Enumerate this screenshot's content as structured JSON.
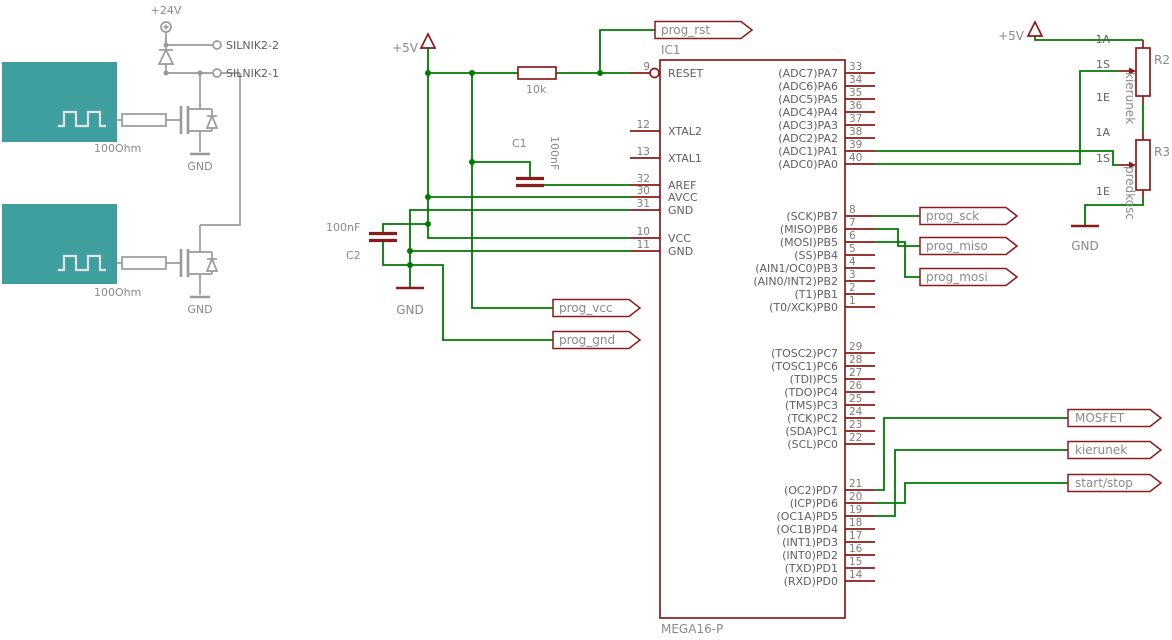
{
  "palette": {
    "wire_green": "#007a00",
    "symbol_maroon": "#8b1a1a",
    "label_gray": "#8a8a8a",
    "highlight_teal": "#3f9f9f"
  },
  "left": {
    "supply_label": "+24V",
    "connector_labels": [
      "SILNIK2-2",
      "SILNIK2-1"
    ],
    "resistor_values": [
      "100Ohm",
      "100Ohm"
    ],
    "gnd_labels": [
      "GND",
      "GND"
    ]
  },
  "power": {
    "v5_labels": [
      "+5V",
      "+5V"
    ],
    "gnd_labels": [
      "GND",
      "GND"
    ]
  },
  "parts": {
    "r1_value": "10k",
    "c1_name": "C1",
    "c1_value": "100nF",
    "c2_name": "C2",
    "c2_value": "100nF",
    "r2_name": "R2",
    "r2_value": "kierunek",
    "r3_name": "R3",
    "r3_value": "predkosc",
    "pot_pin_labels": [
      "1A",
      "1S",
      "1E"
    ]
  },
  "flags": {
    "rst": "prog_rst",
    "vcc": "prog_vcc",
    "gnd": "prog_gnd",
    "sck": "prog_sck",
    "miso": "prog_miso",
    "mosi": "prog_mosi",
    "mosfet": "MOSFET",
    "kierunek": "kierunek",
    "start_stop": "start/stop"
  },
  "ic": {
    "name": "IC1",
    "value": "MEGA16-P",
    "left_pins": [
      {
        "num": "9",
        "name": "RESET"
      },
      {
        "num": "12",
        "name": "XTAL2"
      },
      {
        "num": "13",
        "name": "XTAL1"
      },
      {
        "num": "32",
        "name": "AREF"
      },
      {
        "num": "30",
        "name": "AVCC"
      },
      {
        "num": "31",
        "name": "GND"
      },
      {
        "num": "10",
        "name": "VCC"
      },
      {
        "num": "11",
        "name": "GND"
      }
    ],
    "right_pins": [
      {
        "num": "33",
        "name": "(ADC7)PA7"
      },
      {
        "num": "34",
        "name": "(ADC6)PA6"
      },
      {
        "num": "35",
        "name": "(ADC5)PA5"
      },
      {
        "num": "36",
        "name": "(ADC4)PA4"
      },
      {
        "num": "37",
        "name": "(ADC3)PA3"
      },
      {
        "num": "38",
        "name": "(ADC2)PA2"
      },
      {
        "num": "39",
        "name": "(ADC1)PA1"
      },
      {
        "num": "40",
        "name": "(ADC0)PA0"
      },
      {
        "num": "8",
        "name": "(SCK)PB7"
      },
      {
        "num": "7",
        "name": "(MISO)PB6"
      },
      {
        "num": "6",
        "name": "(MOSI)PB5"
      },
      {
        "num": "5",
        "name": "(SS)PB4"
      },
      {
        "num": "4",
        "name": "(AIN1/OC0)PB3"
      },
      {
        "num": "3",
        "name": "(AIN0/INT2)PB2"
      },
      {
        "num": "2",
        "name": "(T1)PB1"
      },
      {
        "num": "1",
        "name": "(T0/XCK)PB0"
      },
      {
        "num": "29",
        "name": "(TOSC2)PC7"
      },
      {
        "num": "28",
        "name": "(TOSC1)PC6"
      },
      {
        "num": "27",
        "name": "(TDI)PC5"
      },
      {
        "num": "26",
        "name": "(TDO)PC4"
      },
      {
        "num": "25",
        "name": "(TMS)PC3"
      },
      {
        "num": "24",
        "name": "(TCK)PC2"
      },
      {
        "num": "23",
        "name": "(SDA)PC1"
      },
      {
        "num": "22",
        "name": "(SCL)PC0"
      },
      {
        "num": "21",
        "name": "(OC2)PD7"
      },
      {
        "num": "20",
        "name": "(ICP)PD6"
      },
      {
        "num": "19",
        "name": "(OC1A)PD5"
      },
      {
        "num": "18",
        "name": "(OC1B)PD4"
      },
      {
        "num": "17",
        "name": "(INT1)PD3"
      },
      {
        "num": "16",
        "name": "(INT0)PD2"
      },
      {
        "num": "15",
        "name": "(TXD)PD1"
      },
      {
        "num": "14",
        "name": "(RXD)PD0"
      }
    ]
  }
}
